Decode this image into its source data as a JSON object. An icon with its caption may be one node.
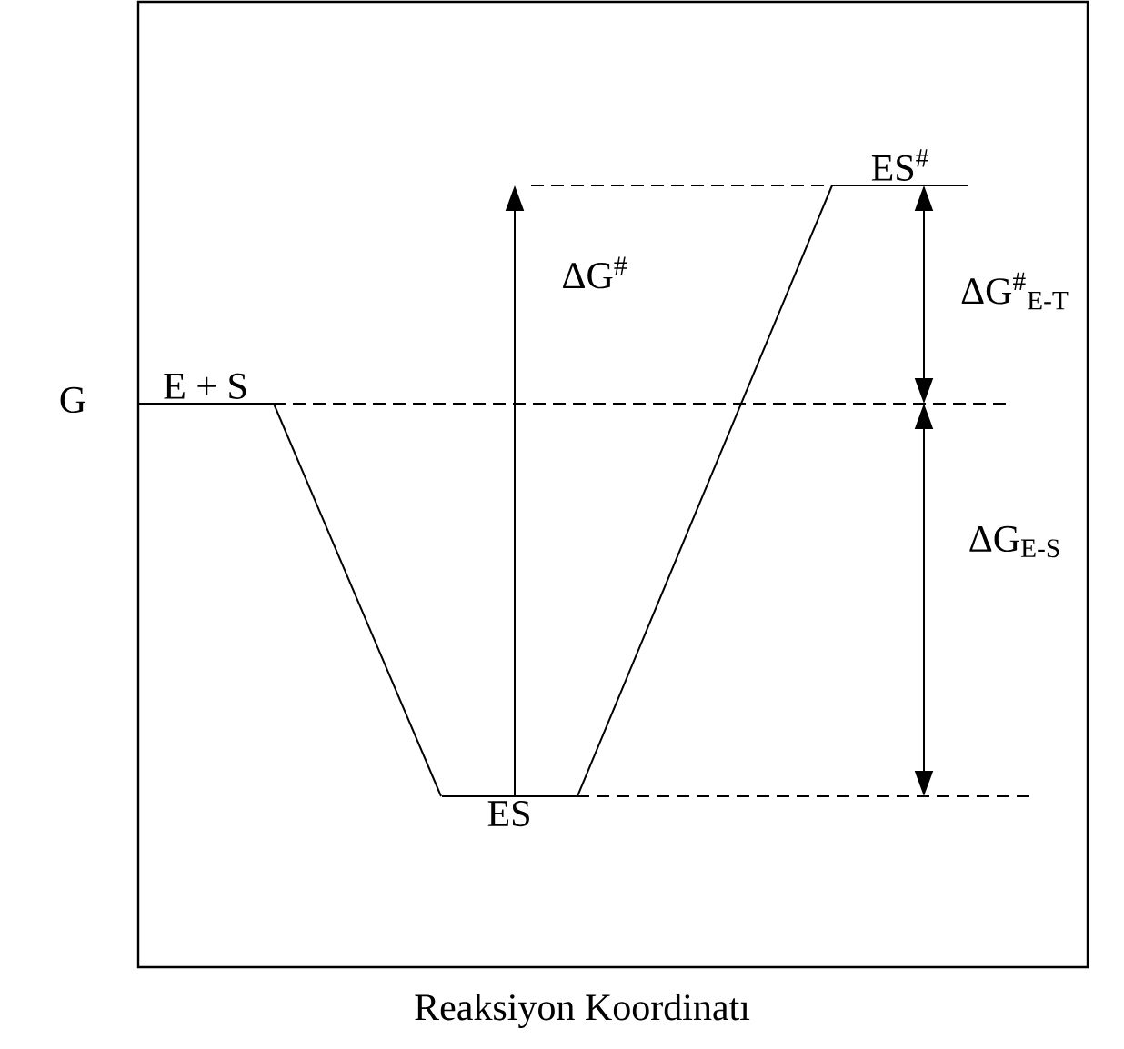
{
  "diagram": {
    "nodes": [
      {
        "text": [
          "E + S"
        ]
      },
      {
        "text": [
          "ES"
        ]
      },
      {
        "text": [
          "ES$^{#}$"
        ]
      }
    ],
    "edges": [
      {
        "from": 0,
        "to": 1,
        "arrow": "none"
      },
      {
        "from": 1,
        "to": 2,
        "arrow": "none"
      }
    ],
    "labels": [
      "G",
      "ΔG$^{#}$",
      "ΔG$^{#}$$_{E-T}$",
      "ΔG$_{E-S}$",
      "Reaksiyon Koordinatı"
    ]
  }
}
